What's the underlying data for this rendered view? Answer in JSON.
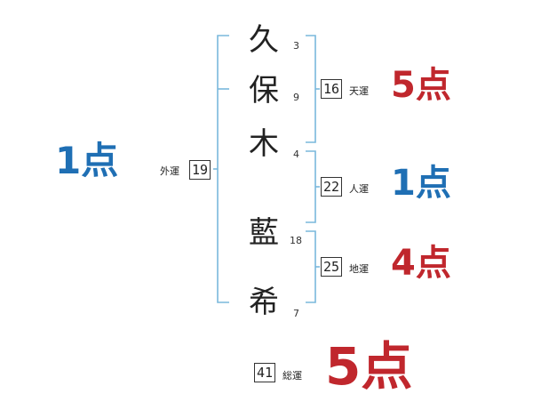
{
  "name": {
    "chars": [
      {
        "char": "久",
        "strokes": "3"
      },
      {
        "char": "保",
        "strokes": "9"
      },
      {
        "char": "木",
        "strokes": "4"
      },
      {
        "char": "藍",
        "strokes": "18"
      },
      {
        "char": "希",
        "strokes": "7"
      }
    ]
  },
  "fortunes": {
    "gaikaku": {
      "label": "外運",
      "value": "19",
      "score": "1点"
    },
    "tenkaku": {
      "label": "天運",
      "value": "16",
      "score": "5点"
    },
    "jinkaku": {
      "label": "人運",
      "value": "22",
      "score": "1点"
    },
    "chikaku": {
      "label": "地運",
      "value": "25",
      "score": "4点"
    },
    "soukaku": {
      "label": "総運",
      "value": "41",
      "score": "5点"
    }
  },
  "colors": {
    "bracket": "#7ab8dc",
    "good": "#c0272d",
    "bad": "#1f6fb4"
  }
}
